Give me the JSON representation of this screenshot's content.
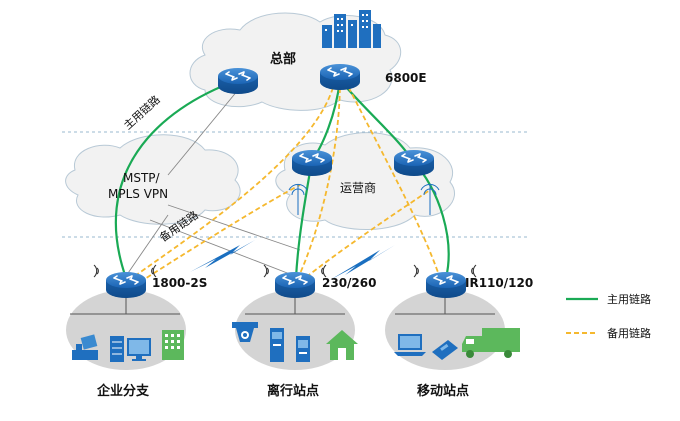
{
  "labels": {
    "hq": "总部",
    "core_model": "6800E",
    "mstp_line1": "MSTP/",
    "mstp_line2": "MPLS VPN",
    "carrier": "运营商",
    "primary_link_curve": "主用链路",
    "backup_link_curve": "备用链路",
    "branch_model": "1800-2S",
    "offline_model": "230/260",
    "mobile_model": "IR110/120"
  },
  "sites": {
    "branch": "企业分支",
    "offline": "离行站点",
    "mobile": "移动站点"
  },
  "legend": {
    "primary": "主用链路",
    "backup": "备用链路"
  },
  "colors": {
    "primary_link": "#1aaa55",
    "backup_link": "#f5b82e",
    "router": "#1a64b4",
    "cloud": "#f2f2f2",
    "site_ellipse": "#d4d4d4",
    "dashed_separator": "#9ab8cf",
    "device_blue": "#1f6fbf",
    "device_green": "#5cb85c"
  }
}
